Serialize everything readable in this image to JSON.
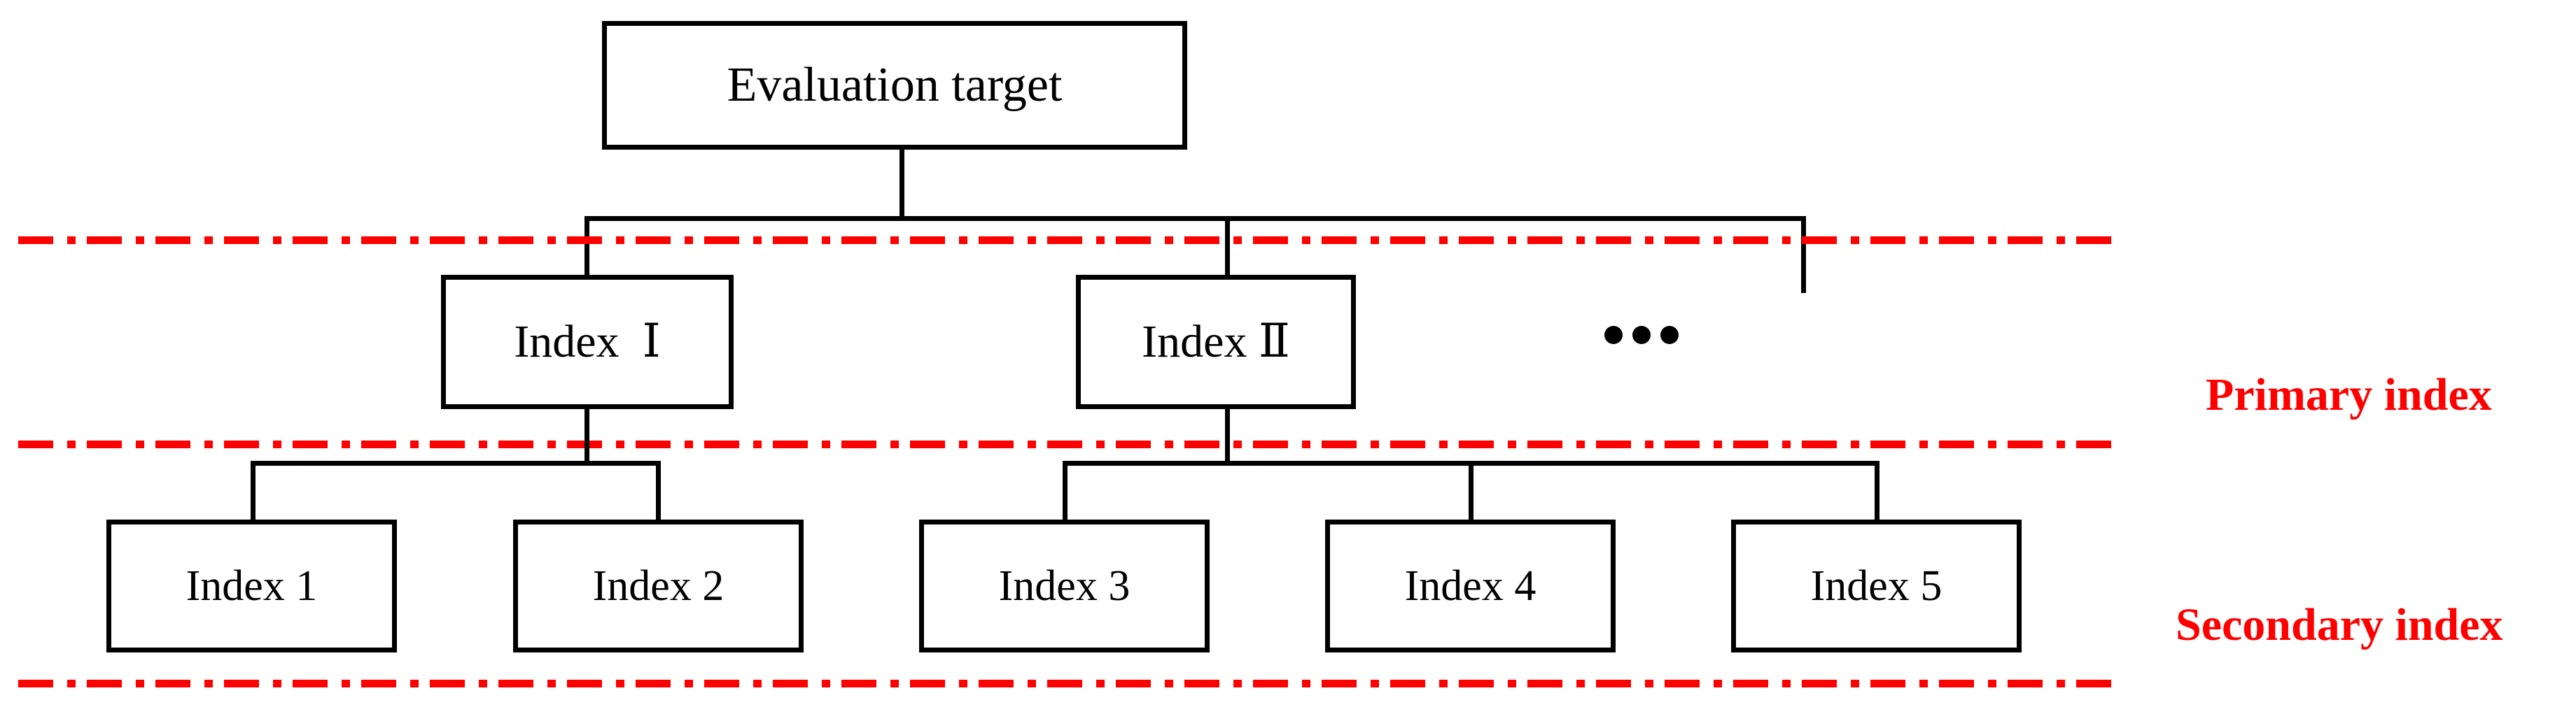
{
  "diagram": {
    "title_node": {
      "label": "Evaluation target"
    },
    "primary_nodes": [
      {
        "label": "Index  Ⅰ"
      },
      {
        "label": "Index Ⅱ"
      }
    ],
    "secondary_nodes": [
      {
        "label": "Index 1"
      },
      {
        "label": "Index 2"
      },
      {
        "label": "Index 3"
      },
      {
        "label": "Index 4"
      },
      {
        "label": "Index 5"
      }
    ],
    "ellipsis": {
      "label": "•••",
      "dot_count": 3
    },
    "tier_labels": [
      {
        "label": "Primary index"
      },
      {
        "label": "Secondary index"
      }
    ],
    "colors": {
      "divider": "#ff0000",
      "tier_label": "#ff0000",
      "node_border": "#000000",
      "node_fill": "#ffffff",
      "connector": "#000000",
      "background": "#ffffff"
    }
  }
}
